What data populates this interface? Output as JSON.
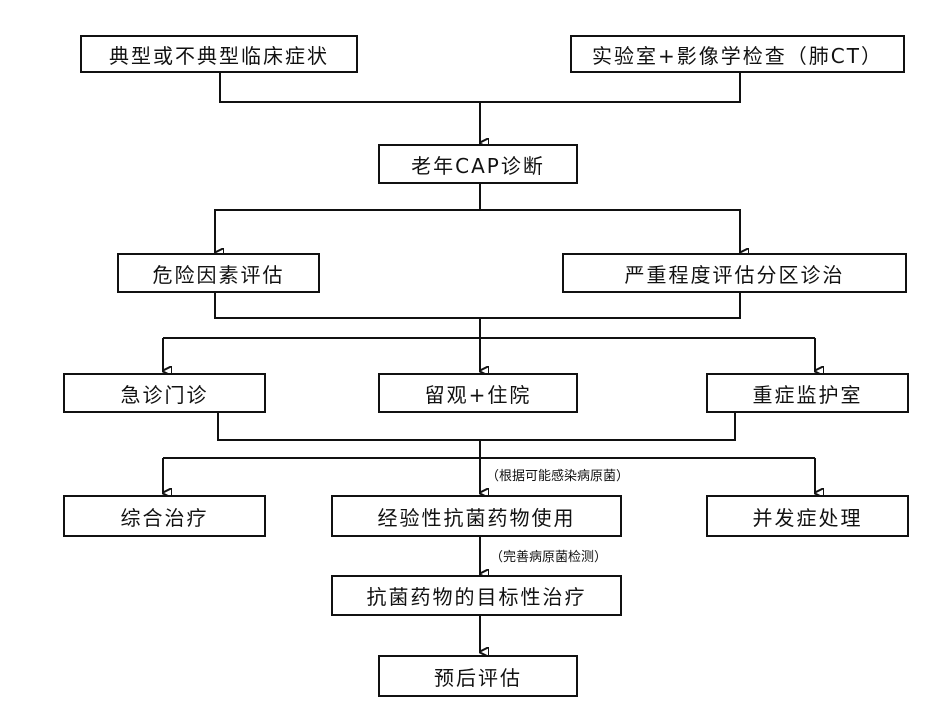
{
  "nodes": {
    "symptoms": "典型或不典型临床症状",
    "exams": "实验室+影像学检查（肺CT）",
    "diagnosis": "老年CAP诊断",
    "risk": "危险因素评估",
    "severity": "严重程度评估分区诊治",
    "er": "急诊门诊",
    "admit": "留观+住院",
    "icu": "重症监护室",
    "comprehensive": "综合治疗",
    "empiric": "经验性抗菌药物使用",
    "complication": "并发症处理",
    "targeted": "抗菌药物的目标性治疗",
    "prognosis": "预后评估"
  },
  "notes": {
    "pathogen_basis": "（根据可能感染病原菌）",
    "pathogen_test": "（完善病原菌检测）"
  }
}
